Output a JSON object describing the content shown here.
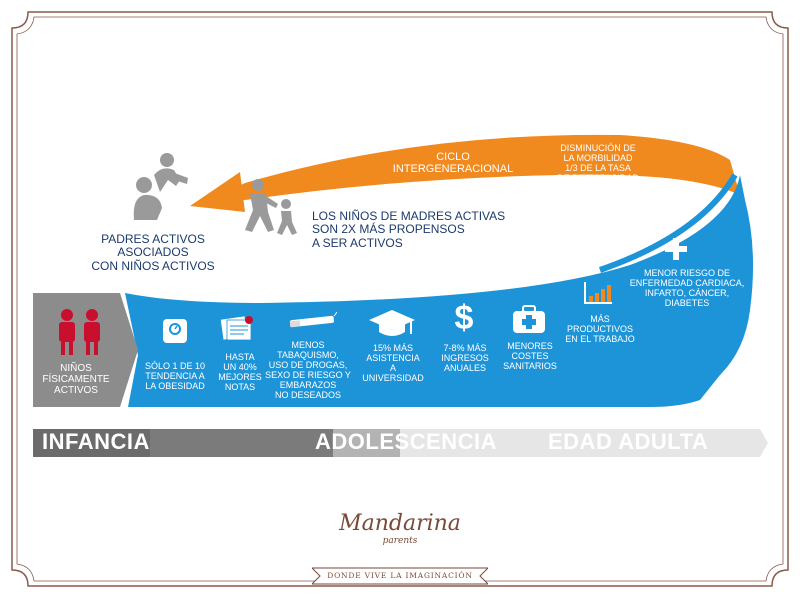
{
  "colors": {
    "blue": "#1e94d8",
    "orange": "#f18a1e",
    "navy": "#1c3a6e",
    "gray": "#8c8c8c",
    "girl_red": "#c8102e"
  },
  "parents": {
    "l1": "PADRES ACTIVOS",
    "l2": "ASOCIADOS",
    "l3": "CON NIÑOS ACTIVOS"
  },
  "mothers": {
    "l1": "LOS NIÑOS DE MADRES ACTIVAS",
    "l2": "SON 2X MÁS PROPENSOS",
    "l3": "A SER ACTIVOS"
  },
  "cycle": {
    "l1": "CICLO",
    "l2": "INTERGENERACIONAL"
  },
  "morbidity": {
    "l1": "DISMINUCIÓN DE",
    "l2": "LA MORBILIDAD",
    "l3": "1/3 DE LA TASA",
    "l4": "DE DISCAPACIDAD"
  },
  "risk": {
    "l1": "MENOR RIESGO DE",
    "l2": "ENFERMEDAD CARDIACA,",
    "l3": "INFARTO, CÁNCER,",
    "l4": "DIABETES"
  },
  "kids": {
    "l1": "NIÑOS",
    "l2": "FÍSICAMENTE",
    "l3": "ACTIVOS"
  },
  "benefits": [
    {
      "icon": "scale-icon",
      "lines": [
        "SÓLO 1 DE 10",
        "TENDENCIA A",
        "LA OBESIDAD"
      ]
    },
    {
      "icon": "report-card-icon",
      "lines": [
        "HASTA",
        "UN 40%",
        "MEJORES",
        "NOTAS"
      ]
    },
    {
      "icon": "cigarette-icon",
      "lines": [
        "MENOS TABAQUISMO,",
        "USO DE DROGAS,",
        "SEXO DE RIESGO Y",
        "EMBARAZOS",
        "NO DESEADOS"
      ]
    },
    {
      "icon": "graduation-cap-icon",
      "lines": [
        "15% MÁS",
        "ASISTENCIA",
        "A",
        "UNIVERSIDAD"
      ]
    },
    {
      "icon": "dollar-icon",
      "lines": [
        "7-8% MÁS",
        "INGRESOS",
        "ANUALES"
      ]
    },
    {
      "icon": "medical-kit-icon",
      "lines": [
        "MENORES",
        "COSTES",
        "SANITARIOS"
      ]
    },
    {
      "icon": "bar-chart-icon",
      "lines": [
        "MÁS",
        "PRODUCTIVOS",
        "EN EL TRABAJO"
      ]
    }
  ],
  "stages": [
    "INFANCIA",
    "ADOLESCENCIA",
    "EDAD ADULTA"
  ],
  "brand": {
    "name": "Mandarina",
    "sub": "parents",
    "tagline": "DONDE VIVE LA IMAGINACIÓN"
  }
}
